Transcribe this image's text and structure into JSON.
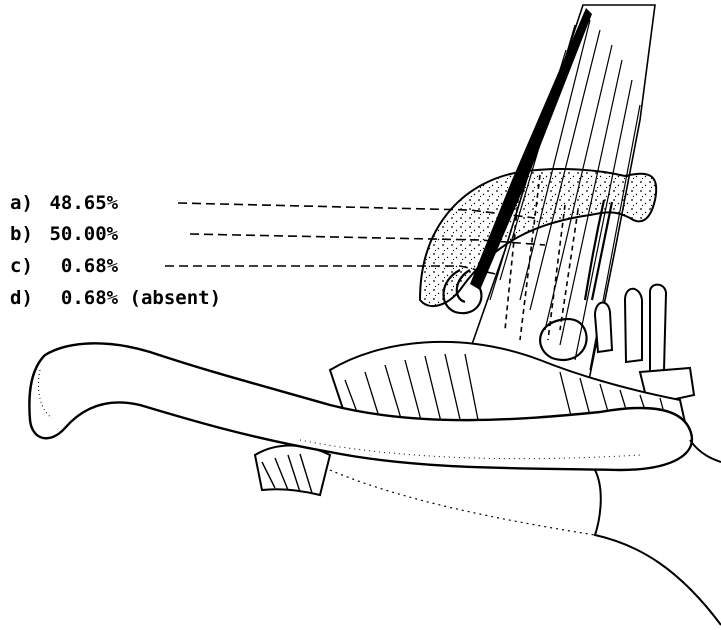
{
  "labels": [
    {
      "letter": "a)",
      "value": "48.65%",
      "note": ""
    },
    {
      "letter": "b)",
      "value": "50.00%",
      "note": ""
    },
    {
      "letter": "c)",
      "value": "0.68%",
      "note": ""
    },
    {
      "letter": "d)",
      "value": "0.68%",
      "note": "(absent)"
    }
  ],
  "colors": {
    "ink": "#000000",
    "paper": "#ffffff"
  }
}
